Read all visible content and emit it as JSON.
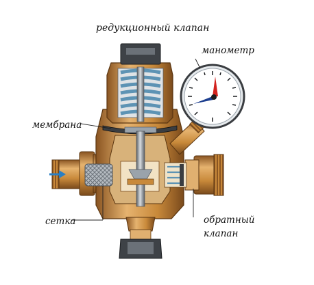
{
  "title": "редукционный клапан",
  "labels": {
    "pressure_gauge": "манометр",
    "membrane": "мембрана",
    "mesh_filter": "сетка",
    "check_valve_line1": "обратный",
    "check_valve_line2": "клапан"
  },
  "colors": {
    "brass": "#c8893a",
    "brass_dark": "#8a5522",
    "brass_light": "#e6b36f",
    "spring": "#b8d7e8",
    "steel": "#9aa3ab",
    "dark_steel": "#4d5258",
    "gauge_needle_red": "#d2231f",
    "gauge_needle_blue": "#1d3f8f",
    "flow_arrow": "#2a7fc4"
  }
}
